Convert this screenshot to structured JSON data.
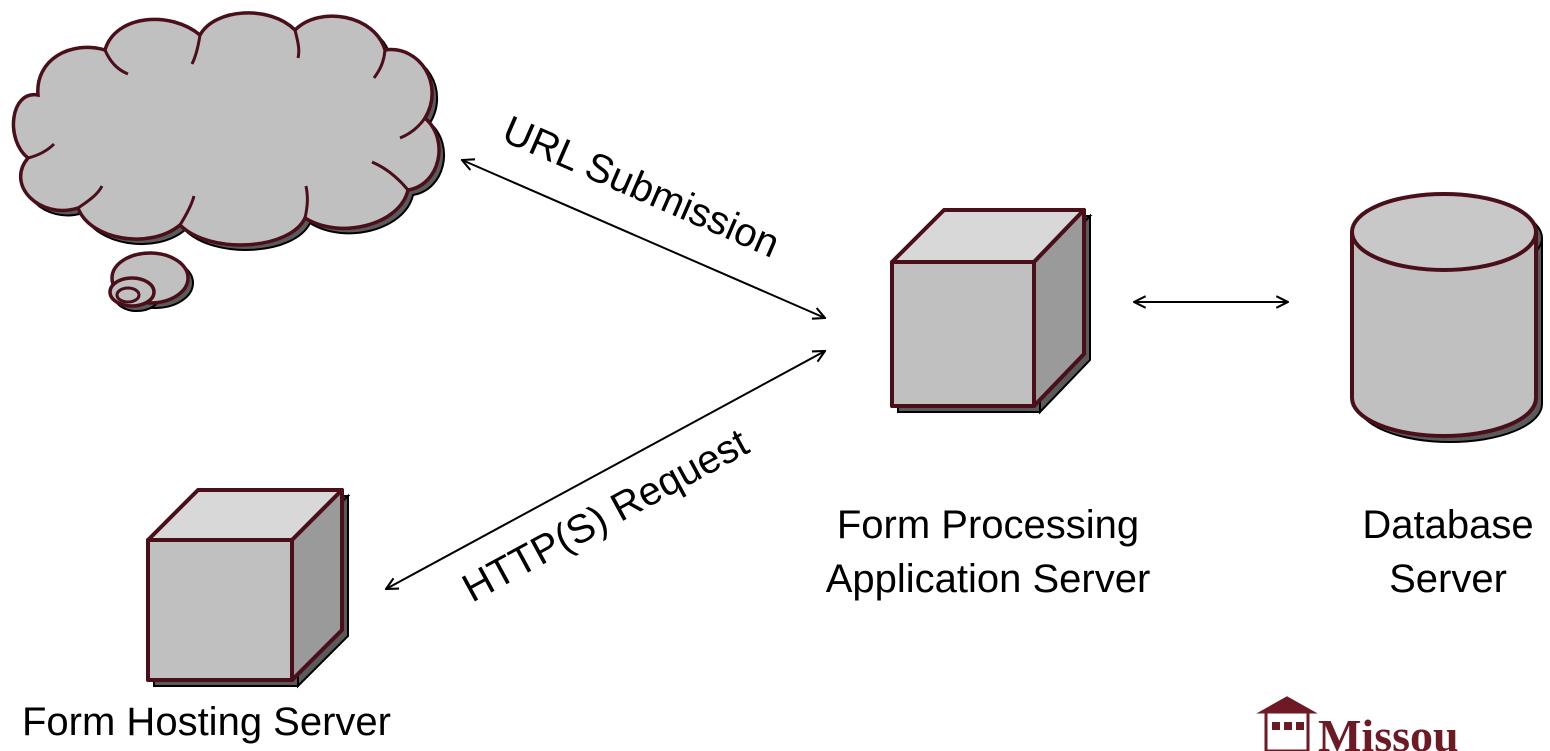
{
  "labels": {
    "url_submission": "URL Submission",
    "https_request": "HTTP(S) Request",
    "form_processing_line1": "Form Processing",
    "form_processing_line2": "Application Server",
    "database_line1": "Database",
    "database_line2": "Server",
    "form_hosting": "Form Hosting Server",
    "logo_text": "Missou"
  },
  "colors": {
    "outline": "#4a0f18",
    "cube_front": "#c0c0c0",
    "cube_top": "#d8d8d8",
    "cube_side": "#9a9a9a",
    "cloud_fill": "#c0c0c0",
    "logo": "#6d1a25"
  },
  "icons": {
    "cloud": "internet-cloud-icon",
    "app_server": "server-cube-icon",
    "db_server": "database-cylinder-icon",
    "hosting_server": "server-cube-icon",
    "logo": "university-logo"
  }
}
